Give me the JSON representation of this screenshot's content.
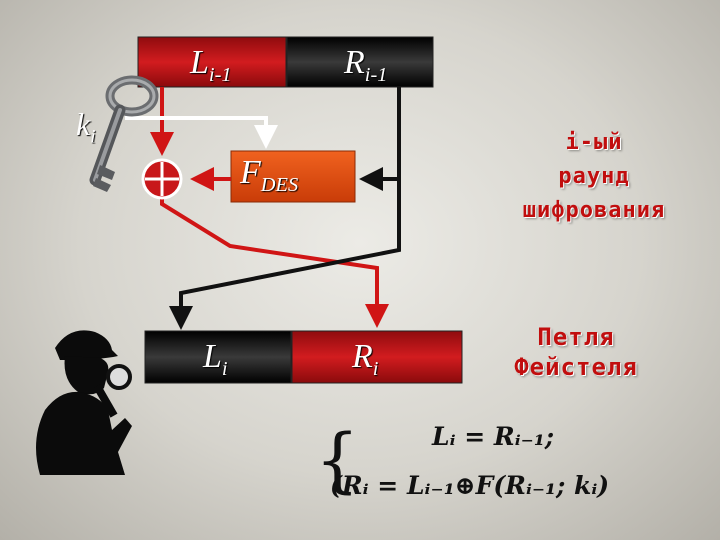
{
  "blocks": {
    "left_top": {
      "main": "L",
      "sub": "i-1",
      "color": "#c8171a"
    },
    "right_top": {
      "main": "R",
      "sub": "i-1",
      "color": "#111111"
    },
    "left_bottom": {
      "main": "L",
      "sub": "i",
      "color": "#111111"
    },
    "right_bottom": {
      "main": "R",
      "sub": "i",
      "color": "#c8171a"
    }
  },
  "function_box": {
    "main": "F",
    "sub": "DES",
    "color": "#e24b0d"
  },
  "key_label": {
    "main": "k",
    "sub": "i"
  },
  "round_text": {
    "line1": "i-ый",
    "line2": "раунд",
    "line3": "шифрования"
  },
  "network_text": {
    "line1": "Петля",
    "line2": "Фейстеля"
  },
  "formula": {
    "line1": "Lᵢ = Rᵢ₋₁;",
    "line2": "(Rᵢ = Lᵢ₋₁⊕F(Rᵢ₋₁; kᵢ)"
  },
  "colors": {
    "red_arrow": "#d01515",
    "black_arrow": "#111111",
    "white_arrow": "#ffffff",
    "accent_text": "#c10e0e"
  },
  "icons": [
    "key-icon",
    "xor-icon",
    "detective-icon"
  ]
}
